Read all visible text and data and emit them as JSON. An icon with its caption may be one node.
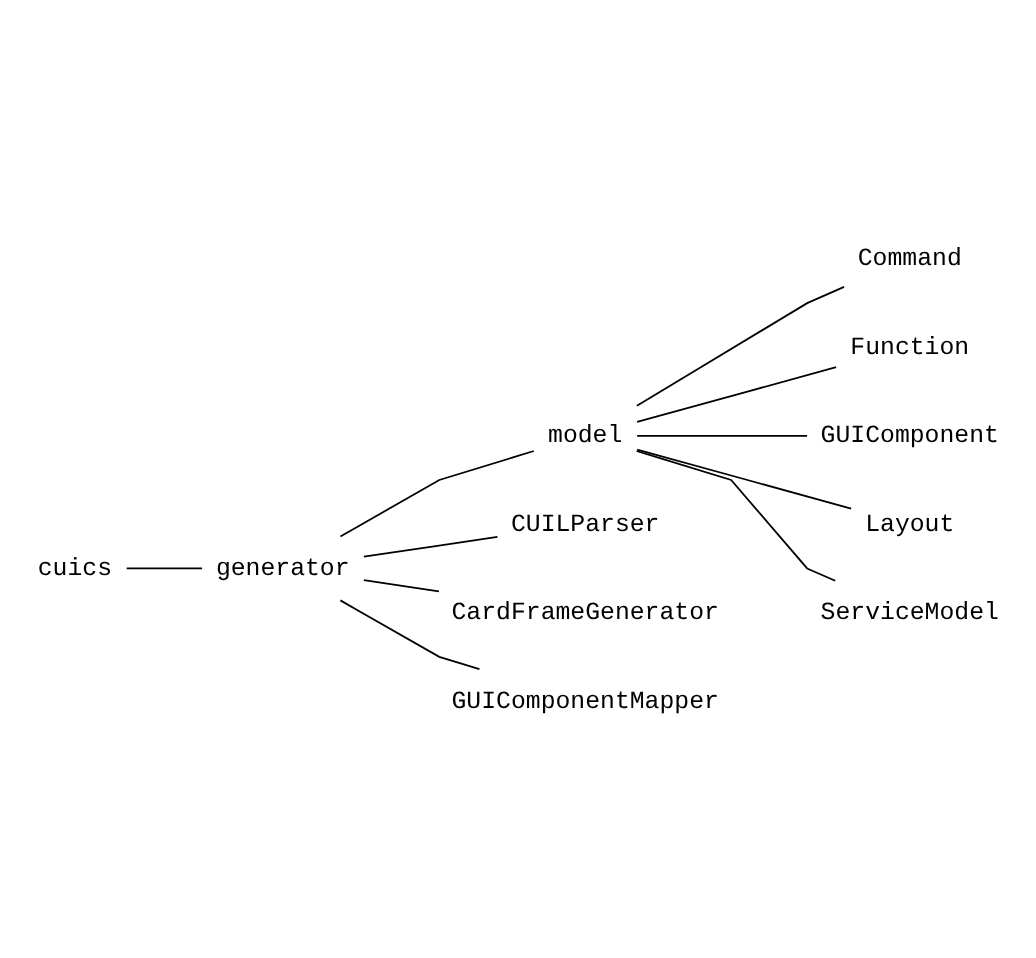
{
  "diagram": {
    "nodes": [
      {
        "text": [
          "cuics"
        ]
      },
      {
        "text": [
          "generator"
        ]
      },
      {
        "text": [
          "model"
        ]
      },
      {
        "text": [
          "Command"
        ]
      },
      {
        "text": [
          "Function"
        ]
      },
      {
        "text": [
          "GUIComponent"
        ]
      },
      {
        "text": [
          "Layout"
        ]
      },
      {
        "text": [
          "ServiceModel"
        ]
      },
      {
        "text": [
          "CUILParser"
        ]
      },
      {
        "text": [
          "CardFrameGenerator"
        ]
      },
      {
        "text": [
          "GUIComponentMapper"
        ]
      }
    ],
    "edges": [
      {
        "from": 0,
        "to": 1,
        "arrow": "none"
      },
      {
        "from": 1,
        "to": 2,
        "arrow": "none"
      },
      {
        "from": 2,
        "to": 3,
        "arrow": "none"
      },
      {
        "from": 2,
        "to": 4,
        "arrow": "none"
      },
      {
        "from": 2,
        "to": 5,
        "arrow": "none"
      },
      {
        "from": 2,
        "to": 6,
        "arrow": "none"
      },
      {
        "from": 2,
        "to": 7,
        "arrow": "none"
      },
      {
        "from": 1,
        "to": 8,
        "arrow": "none"
      },
      {
        "from": 1,
        "to": 9,
        "arrow": "none"
      },
      {
        "from": 1,
        "to": 10,
        "arrow": "none"
      }
    ]
  }
}
